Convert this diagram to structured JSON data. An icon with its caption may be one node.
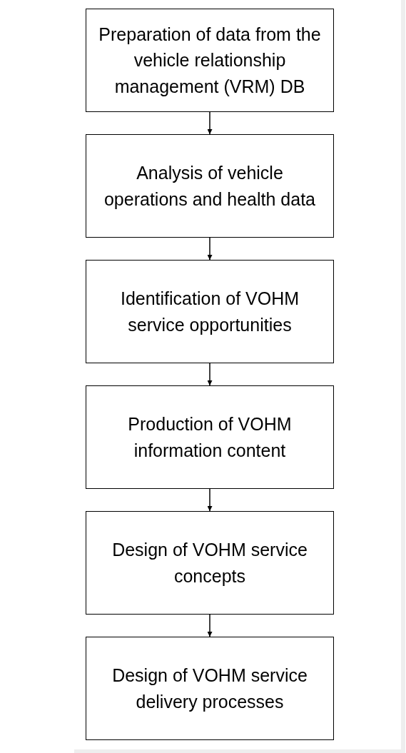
{
  "diagram": {
    "nodes": [
      {
        "text": [
          "Preparation of data from the vehicle relationship management (VRM) DB"
        ]
      },
      {
        "text": [
          "Analysis of vehicle operations and health data"
        ]
      },
      {
        "text": [
          "Identification of VOHM service opportunities"
        ]
      },
      {
        "text": [
          "Production of VOHM information content"
        ]
      },
      {
        "text": [
          "Design of VOHM service concepts"
        ]
      },
      {
        "text": [
          "Design of VOHM service delivery processes"
        ]
      }
    ],
    "edges": [
      {
        "from": 0,
        "to": 1,
        "arrow": "to"
      },
      {
        "from": 1,
        "to": 2,
        "arrow": "to"
      },
      {
        "from": 2,
        "to": 3,
        "arrow": "to"
      },
      {
        "from": 3,
        "to": 4,
        "arrow": "to"
      },
      {
        "from": 4,
        "to": 5,
        "arrow": "to"
      }
    ]
  }
}
